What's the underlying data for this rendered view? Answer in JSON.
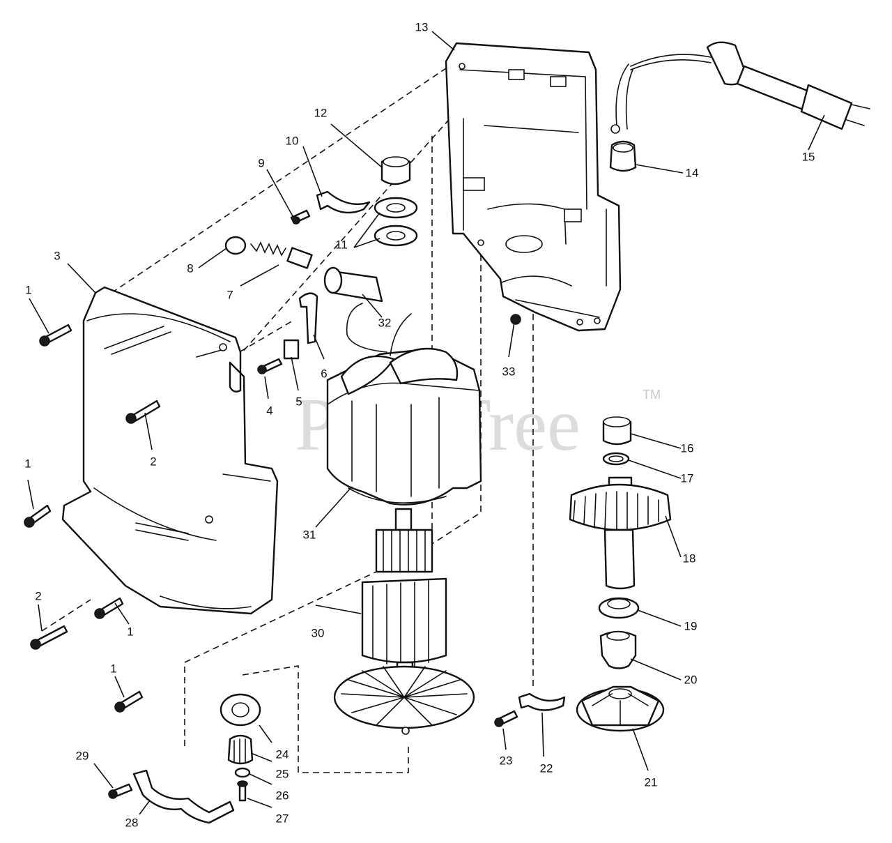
{
  "watermark": {
    "text": "PartsTree",
    "trademark": "TM"
  },
  "colors": {
    "line": "#111111",
    "paper": "#ffffff",
    "watermark": "#d0d0d0"
  },
  "callouts": [
    "1",
    "1",
    "1",
    "1",
    "2",
    "2",
    "3",
    "4",
    "5",
    "6",
    "7",
    "8",
    "9",
    "10",
    "11",
    "12",
    "13",
    "14",
    "15",
    "16",
    "17",
    "18",
    "19",
    "20",
    "21",
    "22",
    "23",
    "24",
    "25",
    "26",
    "27",
    "28",
    "29",
    "30",
    "31",
    "32",
    "33"
  ]
}
